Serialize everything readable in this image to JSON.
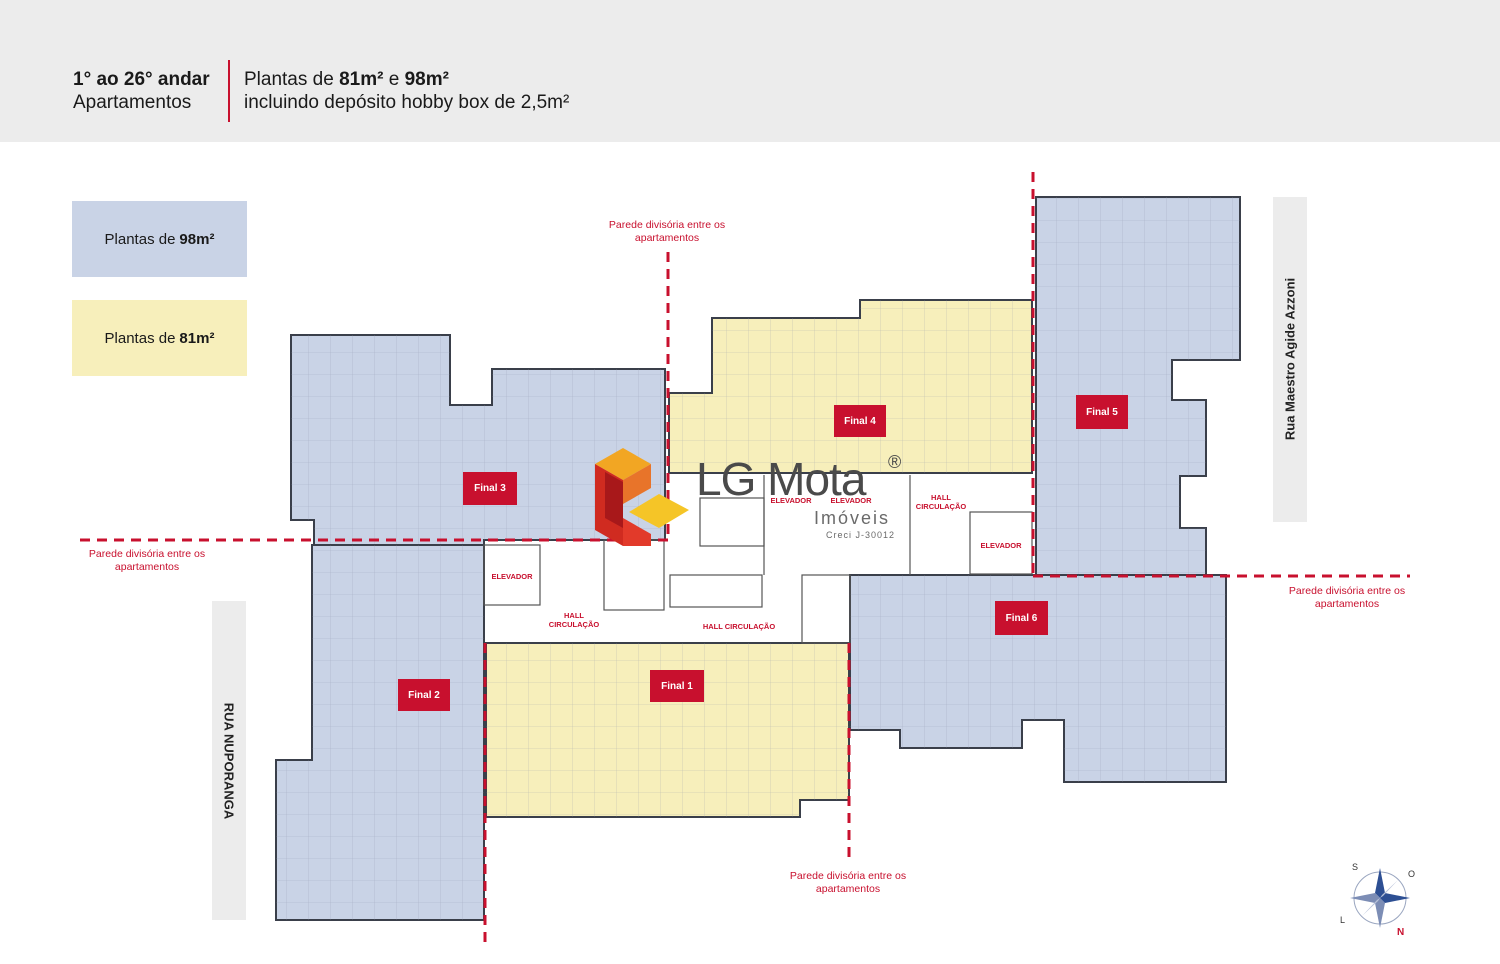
{
  "header": {
    "floors_bold": "1° ao 26° andar",
    "type_label": "Apartamentos",
    "plans_prefix": "Plantas de ",
    "plans_81": "81m²",
    "plans_and": " e ",
    "plans_98": "98m²",
    "plans_note": "incluindo depósito hobby box de 2,5m²"
  },
  "legend": [
    {
      "prefix": "Plantas de",
      "size": "98m²",
      "color": "#c9d3e6"
    },
    {
      "prefix": "Plantas de",
      "size": "81m²",
      "color": "#f7efbb"
    }
  ],
  "streets": {
    "right": "Rua Maestro Agide Azzoni",
    "left": "RUA NUPORANGA"
  },
  "units": {
    "final1": "Final 1",
    "final2": "Final 2",
    "final3": "Final 3",
    "final4": "Final 4",
    "final5": "Final 5",
    "final6": "Final 6"
  },
  "dividers": {
    "top": "Parede divisória entre os apartamentos",
    "left": "Parede divisória entre os apartamentos",
    "right": "Parede divisória entre os apartamentos",
    "bottom": "Parede divisória entre os apartamentos"
  },
  "common": {
    "elevador_1": "ELEVADOR",
    "elevador_2": "ELEVADOR",
    "elevador_3": "ELEVADOR",
    "elevador_4": "ELEVADOR",
    "hall_1": "HALL CIRCULAÇÃO",
    "hall_2": "HALL CIRCULAÇÃO",
    "hall_3": "HALL CIRCULAÇÃO"
  },
  "logo": {
    "name": "LG Mota",
    "registered": "®",
    "subtitle": "Imóveis",
    "creci": "Creci J-30012"
  },
  "compass": {
    "s": "S",
    "o": "O",
    "l": "L",
    "n": "N"
  },
  "colors": {
    "blue_unit": "#c9d3e6",
    "yellow_unit": "#f7efbb",
    "accent_red": "#c8102e"
  }
}
